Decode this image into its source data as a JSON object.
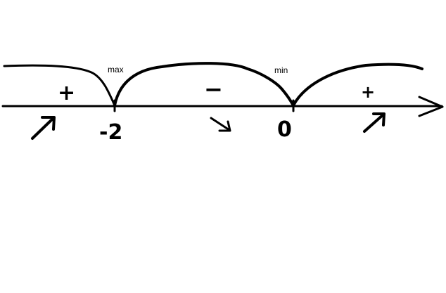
{
  "diagram": {
    "critical_points": [
      {
        "label": "-2",
        "extremum": "max"
      },
      {
        "label": "0",
        "extremum": "min"
      }
    ],
    "intervals": [
      {
        "sign": "+",
        "trend": "increasing",
        "arrow": "arrow-up-right-icon"
      },
      {
        "sign": "−",
        "trend": "decreasing",
        "arrow": "arrow-down-right-icon"
      },
      {
        "sign": "+",
        "trend": "increasing",
        "arrow": "arrow-up-right-icon"
      }
    ],
    "colors": {
      "ink": "#000000",
      "background": "#ffffff"
    }
  }
}
